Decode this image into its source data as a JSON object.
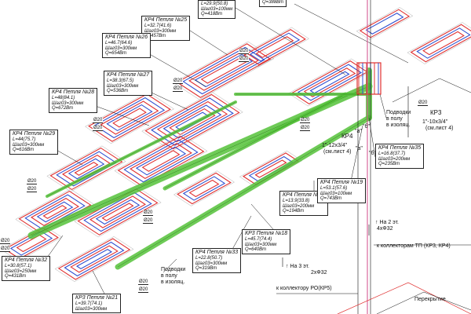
{
  "loop_labels": [
    {
      "id": "kp4-25",
      "title": "КР4 Петля №25",
      "length": "L=32.7(41.6)",
      "pitch": "Шаг03=300мм",
      "power": "Q=457Вт"
    },
    {
      "id": "kp4-26",
      "title": "КР4 Петля №26",
      "length": "L=46.7(64.6)",
      "pitch": "Шаг03=300мм",
      "power": "Q=654Вт"
    },
    {
      "id": "kp4-27",
      "title": "КР4 Петля №27",
      "length": "L=38.3(67.5)",
      "pitch": "Шаг03=300мм",
      "power": "Q=536Вт"
    },
    {
      "id": "kp4-28",
      "title": "КР4 Петля №28",
      "length": "L=48(84.1)",
      "pitch": "Шаг03=300мм",
      "power": "Q=672Вт"
    },
    {
      "id": "kp4-29",
      "title": "КР4 Петля №29",
      "length": "L=44(75.7)",
      "pitch": "Шаг03=300мм",
      "power": "Q=616Вт"
    },
    {
      "id": "kp4-32",
      "title": "КР4 Петля №32",
      "length": "L=30.8(57.1)",
      "pitch": "Шаг03=250мм",
      "power": "Q=431Вт"
    },
    {
      "id": "kp4-33",
      "title": "КР4 Петля №33",
      "length": "L=22.8(50.7)",
      "pitch": "Шаг03=300мм",
      "power": "Q=319Вт"
    },
    {
      "id": "kp4-34",
      "title": "КР4 Петля №34",
      "length": "L=13.9(33.8)",
      "pitch": "Шаг03=200мм",
      "power": "Q=194Вт"
    },
    {
      "id": "kp3-18",
      "title": "КР3 Петля №18",
      "length": "L=45.7(74.4)",
      "pitch": "Шаг03=300мм",
      "power": "Q=640Вт"
    },
    {
      "id": "kp4-35",
      "title": "КР4 Петля №35",
      "length": "L=16.8(37.7)",
      "pitch": "Шаг03=200мм",
      "power": "Q=235Вт"
    },
    {
      "id": "kp4-19",
      "title": "КР4 Петля №19",
      "length": "L=53.1(57.6)",
      "pitch": "Шаг03=100мм",
      "power": "Q=743Вт"
    },
    {
      "id": "kp3-21",
      "title": "КР3 Петля №21",
      "length": "L=39.7(74.1)",
      "pitch": "Шаг03=300мм",
      "power": ""
    },
    {
      "id": "top-a",
      "title": "",
      "length": "L=29.9(50.8)",
      "pitch": "Шаг03=100мм",
      "power": "Q=418Вт"
    },
    {
      "id": "top-b",
      "title": "",
      "length": "",
      "pitch": "",
      "power": "Q=388Вт"
    }
  ],
  "notes": {
    "kp4_main": "КР4",
    "kp4_pipe": "1\"-12x3/4\"",
    "kp4_ref": "(см.лист 4)",
    "kp3_main": "КР3",
    "kp3_pipe": "1\"-10x3/4\"",
    "kp3_ref": "(см.лист 4)",
    "podvodki_a": "Подводки\nв полу\nв изоляц.",
    "podvodki_b": "Подводки\nв полу\nв изоляц.",
    "floor2_up": "↑ На 2 эт.",
    "floor2_pipe": "4xФ32",
    "floor2_dest": "к коллекторам ТП (КР3, КР4)",
    "floor3_up": "↑ На 3 эт.",
    "floor3_pipe": "2xФ32",
    "floor3_dest": "к коллектору РО(КР5)",
    "ceiling": "Перекрытие",
    "mark_a": "\"a\"",
    "mark_b": "\"б\"",
    "mark_a2": "\"а\"",
    "mark_b2": "\"б\""
  },
  "dim_label": "Ø20",
  "colors": {
    "supply": "#e03030",
    "return": "#3050d0",
    "conduit": "#55c23a",
    "line": "#111111",
    "riser": "#d24a8a"
  }
}
